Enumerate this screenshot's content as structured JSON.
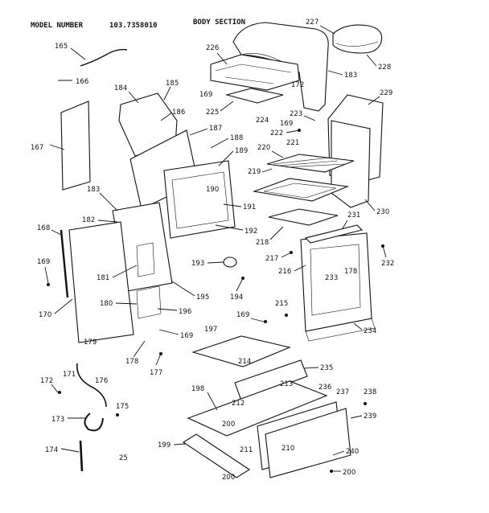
{
  "header": {
    "model_label": "MODEL NUMBER",
    "model_number": "103.7358010",
    "section_title": "BODY SECTION"
  },
  "page_number": "25",
  "part_labels": [
    "165",
    "166",
    "167",
    "168",
    "169",
    "170",
    "171",
    "172",
    "173",
    "174",
    "175",
    "176",
    "177",
    "178",
    "179",
    "180",
    "181",
    "182",
    "183",
    "184",
    "185",
    "186",
    "187",
    "188",
    "189",
    "190",
    "191",
    "192",
    "193",
    "194",
    "195",
    "196",
    "197",
    "198",
    "199",
    "200",
    "210",
    "211",
    "212",
    "213",
    "214",
    "215",
    "216",
    "217",
    "218",
    "219",
    "220",
    "221",
    "222",
    "223",
    "224",
    "225",
    "226",
    "227",
    "228",
    "229",
    "230",
    "231",
    "232",
    "233",
    "234",
    "235",
    "236",
    "237",
    "238",
    "239",
    "240"
  ]
}
